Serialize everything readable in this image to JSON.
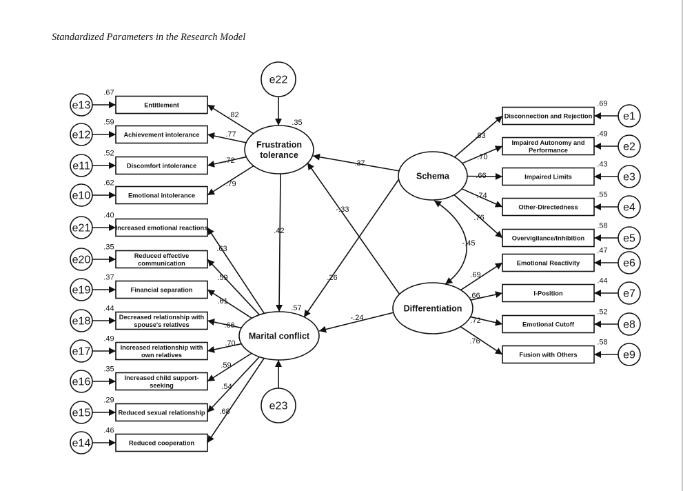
{
  "title": "Standardized Parameters in the Research Model",
  "latents": [
    {
      "id": "FT",
      "label_lines": [
        "Frustration",
        "tolerance"
      ],
      "r2": ".35"
    },
    {
      "id": "MC",
      "label_lines": [
        "Marital conflict"
      ],
      "r2": ".57"
    },
    {
      "id": "SC",
      "label_lines": [
        "Schema"
      ]
    },
    {
      "id": "DF",
      "label_lines": [
        "Differentiation"
      ]
    }
  ],
  "latent_errors": [
    {
      "id": "e22",
      "target": "FT"
    },
    {
      "id": "e23",
      "target": "MC"
    }
  ],
  "indicators": [
    {
      "latent": "FT",
      "label_lines": [
        "Entitlement"
      ],
      "loading": ".82",
      "r2": ".67",
      "error": "e13"
    },
    {
      "latent": "FT",
      "label_lines": [
        "Achievement intolerance"
      ],
      "loading": ".77",
      "r2": ".59",
      "error": "e12"
    },
    {
      "latent": "FT",
      "label_lines": [
        "Discomfort intolerance"
      ],
      "loading": ".72",
      "r2": ".52",
      "error": "e11"
    },
    {
      "latent": "FT",
      "label_lines": [
        "Emotional intolerance"
      ],
      "loading": ".79",
      "r2": ".62",
      "error": "e10"
    },
    {
      "latent": "MC",
      "label_lines": [
        "Increased emotional reactions"
      ],
      "loading": ".63",
      "r2": ".40",
      "error": "e21"
    },
    {
      "latent": "MC",
      "label_lines": [
        "Reduced effective",
        "communication"
      ],
      "loading": ".59",
      "r2": ".35",
      "error": "e20"
    },
    {
      "latent": "MC",
      "label_lines": [
        "Financial separation"
      ],
      "loading": ".61",
      "r2": ".37",
      "error": "e19"
    },
    {
      "latent": "MC",
      "label_lines": [
        "Decreased relationship with",
        "spouse's relatives"
      ],
      "loading": ".66",
      "r2": ".44",
      "error": "e18"
    },
    {
      "latent": "MC",
      "label_lines": [
        "Increased relationship with",
        "own relatives"
      ],
      "loading": ".70",
      "r2": ".49",
      "error": "e17"
    },
    {
      "latent": "MC",
      "label_lines": [
        "Increased child support-",
        "seeking"
      ],
      "loading": ".59",
      "r2": ".35",
      "error": "e16"
    },
    {
      "latent": "MC",
      "label_lines": [
        "Reduced sexual relationship"
      ],
      "loading": ".54",
      "r2": ".29",
      "error": "e15"
    },
    {
      "latent": "MC",
      "label_lines": [
        "Reduced cooperation"
      ],
      "loading": ".68",
      "r2": ".46",
      "error": "e14"
    },
    {
      "latent": "SC",
      "label_lines": [
        "Disconnection and Rejection"
      ],
      "loading": ".83",
      "r2": ".69",
      "error": "e1"
    },
    {
      "latent": "SC",
      "label_lines": [
        "Impaired Autonomy and",
        "Performance"
      ],
      "loading": ".70",
      "r2": ".49",
      "error": "e2"
    },
    {
      "latent": "SC",
      "label_lines": [
        "Impaired Limits"
      ],
      "loading": ".66",
      "r2": ".43",
      "error": "e3"
    },
    {
      "latent": "SC",
      "label_lines": [
        "Other-Directedness"
      ],
      "loading": ".74",
      "r2": ".55",
      "error": "e4"
    },
    {
      "latent": "SC",
      "label_lines": [
        "Overvigilance/Inhibition"
      ],
      "loading": ".76",
      "r2": ".58",
      "error": "e5"
    },
    {
      "latent": "DF",
      "label_lines": [
        "Emotional Reactivity"
      ],
      "loading": ".69",
      "r2": ".47",
      "error": "e6"
    },
    {
      "latent": "DF",
      "label_lines": [
        "I-Position"
      ],
      "loading": ".66",
      "r2": ".44",
      "error": "e7"
    },
    {
      "latent": "DF",
      "label_lines": [
        "Emotional Cutoff"
      ],
      "loading": ".72",
      "r2": ".52",
      "error": "e8"
    },
    {
      "latent": "DF",
      "label_lines": [
        "Fusion with Others"
      ],
      "loading": ".76",
      "r2": ".58",
      "error": "e9"
    }
  ],
  "paths": [
    {
      "from": "SC",
      "to": "FT",
      "coef": ".37"
    },
    {
      "from": "DF",
      "to": "FT",
      "coef": "-.33"
    },
    {
      "from": "FT",
      "to": "MC",
      "coef": ".42"
    },
    {
      "from": "SC",
      "to": "MC",
      "coef": ".26"
    },
    {
      "from": "DF",
      "to": "MC",
      "coef": "-.24"
    }
  ],
  "covariances": [
    {
      "a": "SC",
      "b": "DF",
      "coef": "-.45"
    }
  ]
}
